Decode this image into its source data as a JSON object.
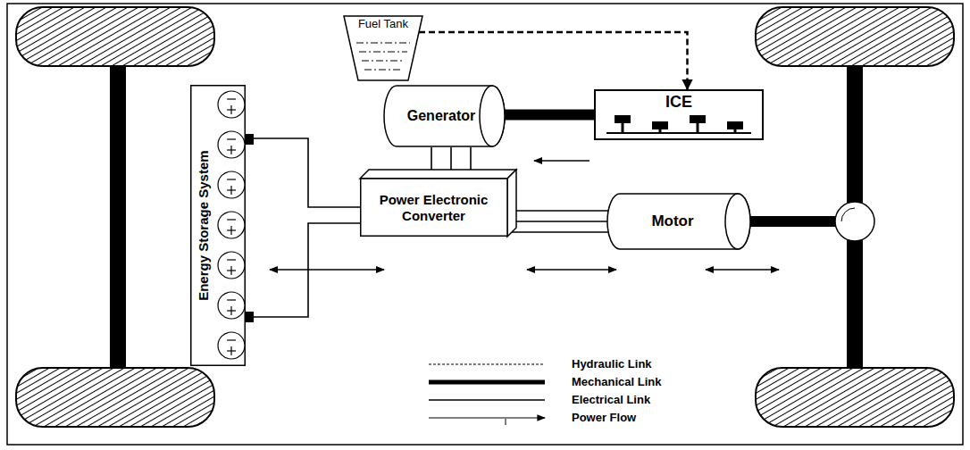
{
  "diagram": {
    "nodes": [
      {
        "text": [
          "Fuel Tank"
        ]
      },
      {
        "text": [
          "Generator"
        ]
      },
      {
        "text": [
          "ICE"
        ]
      },
      {
        "text": [
          "Energy Storage System"
        ]
      },
      {
        "text": [
          "Power Electronic Converter"
        ]
      },
      {
        "text": [
          "Motor"
        ]
      }
    ],
    "edges": [
      {
        "from": 0,
        "to": 2,
        "arrow": "to"
      },
      {
        "from": 2,
        "to": 1,
        "arrow": "none"
      },
      {
        "from": 1,
        "to": 4,
        "arrow": "none"
      },
      {
        "from": 3,
        "to": 4,
        "arrow": "none"
      },
      {
        "from": 4,
        "to": 5,
        "arrow": "none"
      }
    ],
    "legend": [
      {
        "text": "Hydraulic Link"
      },
      {
        "text": "Mechanical Link"
      },
      {
        "text": "Electrical Link"
      },
      {
        "text": "Power Flow"
      }
    ]
  }
}
